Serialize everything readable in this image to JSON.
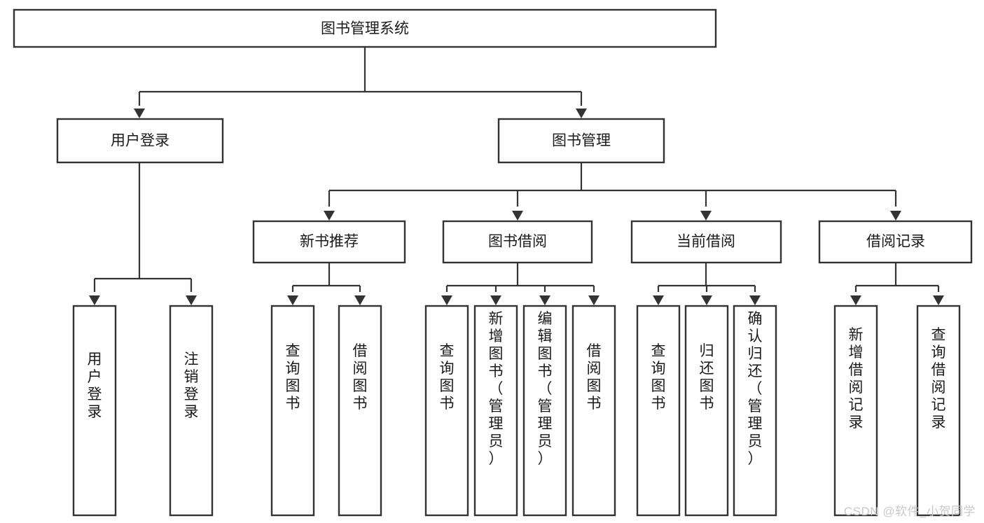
{
  "diagram": {
    "title": "图书管理系统",
    "type": "tree-hierarchy",
    "root": {
      "label": "图书管理系统"
    },
    "level2": [
      {
        "label": "用户登录"
      },
      {
        "label": "图书管理"
      }
    ],
    "level3": [
      {
        "label": "新书推荐"
      },
      {
        "label": "图书借阅"
      },
      {
        "label": "当前借阅"
      },
      {
        "label": "借阅记录"
      }
    ],
    "leaves": {
      "user_login": [
        {
          "label": "用户登录"
        },
        {
          "label": "注销登录"
        }
      ],
      "new_book_recommend": [
        {
          "label": "查询图书"
        },
        {
          "label": "借阅图书"
        }
      ],
      "book_borrow": [
        {
          "label": "查询图书"
        },
        {
          "label": "新增图书（管理员）"
        },
        {
          "label": "编辑图书（管理员）"
        },
        {
          "label": "借阅图书"
        }
      ],
      "current_borrow": [
        {
          "label": "查询图书"
        },
        {
          "label": "归还图书"
        },
        {
          "label": "确认归还（管理员）"
        }
      ],
      "borrow_record": [
        {
          "label": "新增借阅记录"
        },
        {
          "label": "查询借阅记录"
        }
      ]
    }
  },
  "watermark": {
    "text": "CSDN @软件_小贺同学"
  },
  "colors": {
    "stroke": "#333333",
    "fill": "#ffffff",
    "text": "#1a1a1a",
    "watermark": "#c9c9c9"
  }
}
